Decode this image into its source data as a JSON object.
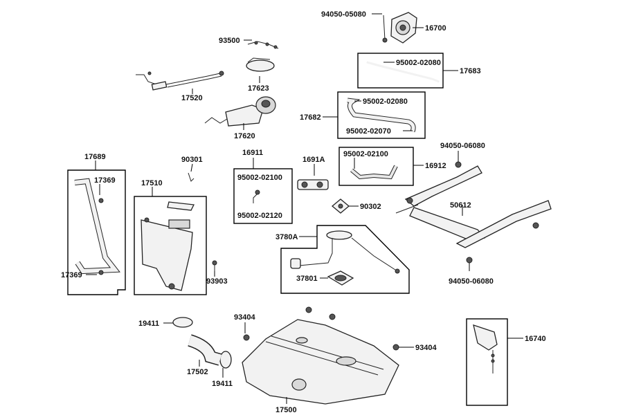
{
  "labels": {
    "l94050_05080_top": "94050-05080",
    "l16700": "16700",
    "l93500": "93500",
    "l95002_02080_a": "95002-02080",
    "l17683": "17683",
    "l17623": "17623",
    "l17520": "17520",
    "l95002_02080_b": "95002-02080",
    "l17682": "17682",
    "l95002_02070": "95002-02070",
    "l17620": "17620",
    "l94050_06080_a": "94050-06080",
    "l16911": "16911",
    "l1691A": "1691A",
    "l95002_02100_a": "95002-02100",
    "l16912": "16912",
    "l17689": "17689",
    "l90301": "90301",
    "l17369_a": "17369",
    "l17510": "17510",
    "l95002_02100_b": "95002-02100",
    "l95002_02120": "95002-02120",
    "l90302": "90302",
    "l50612": "50612",
    "l3780A": "3780A",
    "l17369_b": "17369",
    "l93903": "93903",
    "l37801": "37801",
    "l94050_06080_b": "94050-06080",
    "l93404_a": "93404",
    "l19411_a": "19411",
    "l93404_b": "93404",
    "l16740": "16740",
    "l17502": "17502",
    "l19411_b": "19411",
    "l17500": "17500"
  }
}
